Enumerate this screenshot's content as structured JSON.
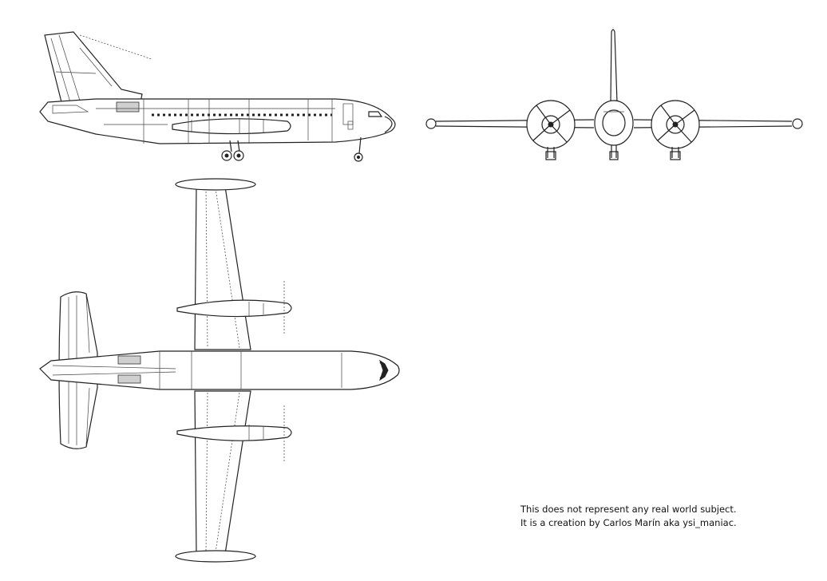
{
  "views": {
    "side": {
      "icon": "aircraft-side-view"
    },
    "front": {
      "icon": "aircraft-front-view"
    },
    "top": {
      "icon": "aircraft-top-view"
    }
  },
  "credit": {
    "line1": "This does not represent any real world subject.",
    "line2": "It is a creation by Carlos Marín aka ysi_maniac."
  }
}
